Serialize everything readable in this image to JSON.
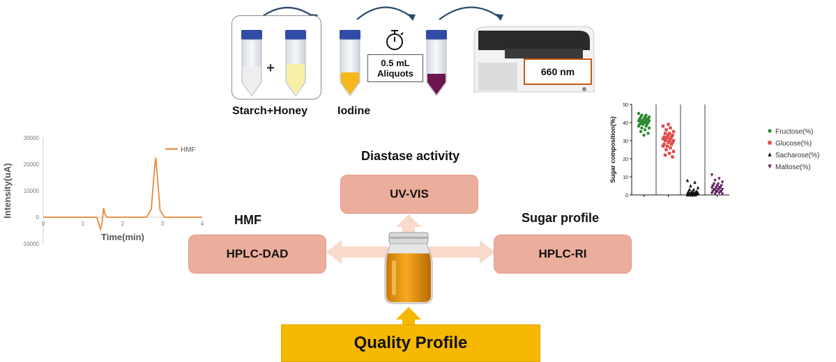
{
  "workflow": {
    "step1_label": "Starch+Honey",
    "plus_symbol": "+",
    "step2_label": "Iodine",
    "aliquot_line1": "0.5 mL",
    "aliquot_line2": "Aliquots",
    "wavelength": "660 nm",
    "icons": [
      "tube-icon",
      "stopwatch-icon",
      "spectrophotometer-icon",
      "curved-arrow-icon",
      "honey-jar-icon"
    ]
  },
  "methods": {
    "diastase_heading": "Diastase activity",
    "uv_vis": "UV-VIS",
    "hmf_heading": "HMF",
    "hplc_dad": "HPLC-DAD",
    "sugar_heading": "Sugar profile",
    "hplc_ri": "HPLC-RI",
    "quality": "Quality Profile"
  },
  "colors": {
    "method_box": "#ecae9c",
    "connector_arrow": "#f9d9c9",
    "quality_box": "#f6b800",
    "honey": "#f1a51c"
  },
  "chart_data": [
    {
      "type": "line",
      "legend": [
        "HMF"
      ],
      "xlabel": "Time(min)",
      "ylabel": "Intensity(uA)",
      "xlim": [
        0,
        4
      ],
      "ylim": [
        -10000,
        30000
      ],
      "x_ticks": [
        "0",
        "1",
        "2",
        "3",
        "4"
      ],
      "y_ticks": [
        "-10000",
        "0",
        "10000",
        "20000",
        "30000"
      ],
      "series": [
        {
          "name": "HMF",
          "color": "#e8883a",
          "x": [
            0,
            1.0,
            1.35,
            1.44,
            1.48,
            1.52,
            1.56,
            1.62,
            1.8,
            2.6,
            2.72,
            2.78,
            2.83,
            2.88,
            2.94,
            3.05,
            4
          ],
          "y": [
            0,
            0,
            0,
            -4500,
            -2000,
            3500,
            800,
            0,
            0,
            0,
            3000,
            15000,
            22500,
            14000,
            2500,
            0,
            0
          ]
        }
      ]
    },
    {
      "type": "scatter",
      "ylabel": "Sugar composition(%)",
      "ylim": [
        0,
        50
      ],
      "y_ticks": [
        "0",
        "10",
        "20",
        "30",
        "40",
        "50"
      ],
      "categories": [
        "Fructose(%)",
        "Glucose(%)",
        "Sacharose(%)",
        "Maltose(%)"
      ],
      "legend": [
        "Fructose(%)",
        "Glucose(%)",
        "Sacharose(%)",
        "Maltose(%)"
      ],
      "legend_position": "right",
      "series": [
        {
          "name": "Fructose(%)",
          "color": "#2a8a2a",
          "marker": "circle",
          "values": [
            45,
            44,
            44,
            43,
            43,
            43,
            42,
            42,
            42,
            42,
            41,
            41,
            41,
            41,
            41,
            40,
            40,
            40,
            40,
            39,
            39,
            39,
            38,
            38,
            37,
            37,
            36,
            35,
            34,
            33
          ]
        },
        {
          "name": "Glucose(%)",
          "color": "#e04a4a",
          "marker": "square",
          "values": [
            38,
            37,
            36,
            35,
            34,
            34,
            33,
            33,
            32,
            32,
            32,
            31,
            31,
            31,
            30,
            30,
            30,
            29,
            29,
            28,
            28,
            27,
            27,
            26,
            25,
            24,
            23,
            22,
            21,
            39
          ]
        },
        {
          "name": "Sacharose(%)",
          "color": "#111111",
          "marker": "triangle",
          "values": [
            8,
            7,
            5,
            4,
            3,
            3,
            2,
            2,
            2,
            1.5,
            1.5,
            1,
            1,
            1,
            1,
            0.8,
            0.6,
            0.5,
            0.4,
            0.3,
            0.2,
            0.1,
            0,
            0,
            0
          ]
        },
        {
          "name": "Maltose(%)",
          "color": "#5a1a5a",
          "marker": "triangle-down",
          "values": [
            11,
            9,
            8,
            7,
            6,
            6,
            5,
            5,
            5,
            4,
            4,
            4,
            4,
            3,
            3,
            3,
            3,
            2,
            2,
            2,
            2,
            1.5,
            1,
            1,
            0.5,
            0.5
          ]
        }
      ]
    }
  ]
}
